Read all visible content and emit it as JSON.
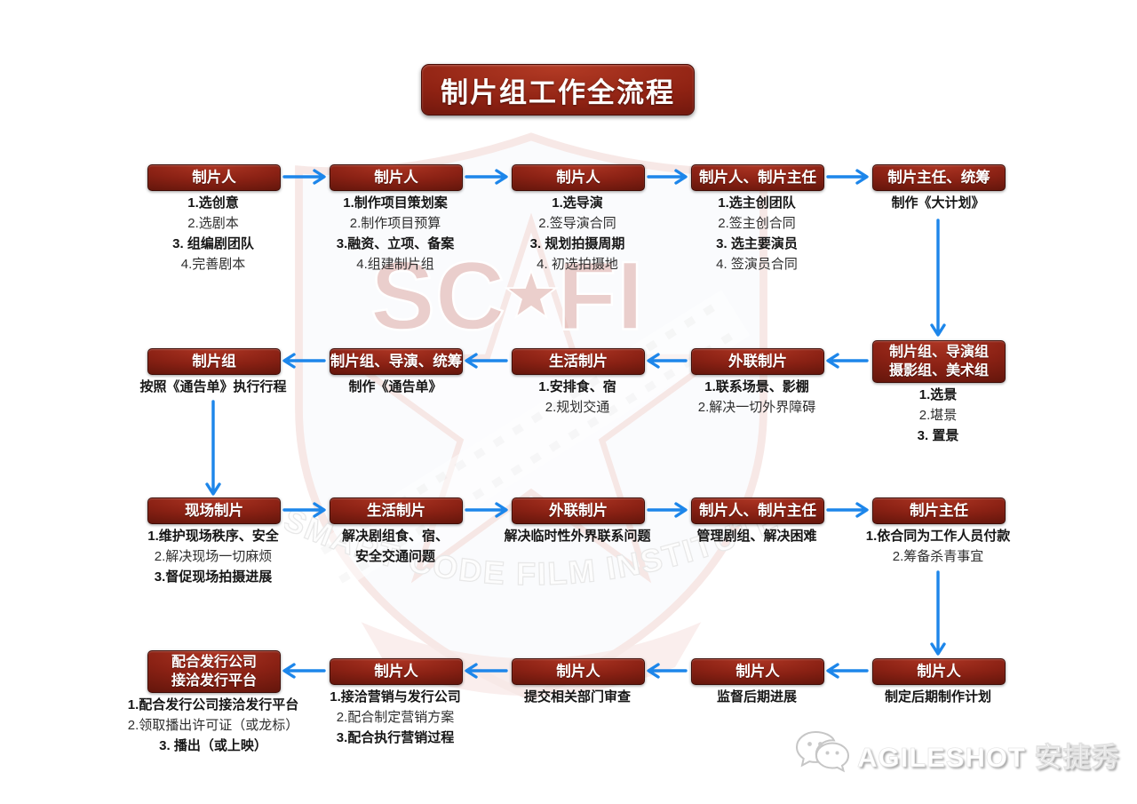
{
  "title": "制片组工作全流程",
  "colors": {
    "node_red": "#8a2114",
    "node_red_light": "#ad3523",
    "node_red_dark": "#410c06",
    "arrow_blue": "#1d86ea",
    "item_text": "#161616",
    "badge_red": "#c2645a",
    "brand_text": "#ffffff"
  },
  "watermark": {
    "wechat_icon": "wechat-bubbles-icon",
    "brand": "AGILESHOT 安捷秀",
    "badge_letters_left": "SC",
    "badge_letters_right": "FI",
    "badge_arc_text": "SMART CODE FILM INSTITUTE"
  },
  "flow": {
    "rows": [
      {
        "name": "row-1",
        "direction": "right",
        "nodes": [
          {
            "header": [
              "制片人"
            ],
            "items": [
              {
                "t": "1.选创意",
                "b": 1
              },
              {
                "t": "2.选剧本",
                "b": 0
              },
              {
                "t": "3. 组编剧团队",
                "b": 1
              },
              {
                "t": "4.完善剧本",
                "b": 0
              }
            ]
          },
          {
            "header": [
              "制片人"
            ],
            "items": [
              {
                "t": "1.制作项目策划案",
                "b": 1
              },
              {
                "t": "2.制作项目预算",
                "b": 0
              },
              {
                "t": "3.融资、立项、备案",
                "b": 1
              },
              {
                "t": "4.组建制片组",
                "b": 0
              }
            ]
          },
          {
            "header": [
              "制片人"
            ],
            "items": [
              {
                "t": "1.选导演",
                "b": 1
              },
              {
                "t": "2.签导演合同",
                "b": 0
              },
              {
                "t": "3. 规划拍摄周期",
                "b": 1
              },
              {
                "t": "4. 初选拍摄地",
                "b": 0
              }
            ]
          },
          {
            "header": [
              "制片人、制片主任"
            ],
            "items": [
              {
                "t": "1.选主创团队",
                "b": 1
              },
              {
                "t": "2.签主创合同",
                "b": 0
              },
              {
                "t": "3. 选主要演员",
                "b": 1
              },
              {
                "t": "4. 签演员合同",
                "b": 0
              }
            ]
          },
          {
            "header": [
              "制片主任、统筹"
            ],
            "items": [
              {
                "t": "制作《大计划》",
                "b": 1
              }
            ]
          }
        ]
      },
      {
        "name": "row-2",
        "direction": "left",
        "nodes": [
          {
            "header": [
              "制片组"
            ],
            "items": [
              {
                "t": "按照《通告单》执行行程",
                "b": 1
              }
            ]
          },
          {
            "header": [
              "制片组、导演、统筹"
            ],
            "items": [
              {
                "t": "制作《通告单》",
                "b": 1
              }
            ]
          },
          {
            "header": [
              "生活制片"
            ],
            "items": [
              {
                "t": "1.安排食、宿",
                "b": 1
              },
              {
                "t": "2.规划交通",
                "b": 0
              }
            ]
          },
          {
            "header": [
              "外联制片"
            ],
            "items": [
              {
                "t": "1.联系场景、影棚",
                "b": 1
              },
              {
                "t": "2.解决一切外界障碍",
                "b": 0
              }
            ]
          },
          {
            "header": [
              "制片组、导演组",
              "摄影组、美术组"
            ],
            "items": [
              {
                "t": "1.选景",
                "b": 1
              },
              {
                "t": "2.堪景",
                "b": 0
              },
              {
                "t": "3. 置景",
                "b": 1
              }
            ]
          }
        ]
      },
      {
        "name": "row-3",
        "direction": "right",
        "nodes": [
          {
            "header": [
              "现场制片"
            ],
            "items": [
              {
                "t": "1.维护现场秩序、安全",
                "b": 1
              },
              {
                "t": "2.解决现场一切麻烦",
                "b": 0
              },
              {
                "t": "3.督促现场拍摄进展",
                "b": 1
              }
            ]
          },
          {
            "header": [
              "生活制片"
            ],
            "items": [
              {
                "t": "解决剧组食、宿、",
                "b": 1
              },
              {
                "t": "安全交通问题",
                "b": 1
              }
            ]
          },
          {
            "header": [
              "外联制片"
            ],
            "items": [
              {
                "t": "解决临时性外界联系问题",
                "b": 1
              }
            ]
          },
          {
            "header": [
              "制片人、制片主任"
            ],
            "items": [
              {
                "t": "管理剧组、解决困难",
                "b": 1
              }
            ]
          },
          {
            "header": [
              "制片主任"
            ],
            "items": [
              {
                "t": "1.依合同为工作人员付款",
                "b": 1
              },
              {
                "t": "2.筹备杀青事宜",
                "b": 0
              }
            ]
          }
        ]
      },
      {
        "name": "row-4",
        "direction": "left",
        "nodes": [
          {
            "header": [
              "配合发行公司",
              "接洽发行平台"
            ],
            "items": [
              {
                "t": "1.配合发行公司接洽发行平台",
                "b": 1
              },
              {
                "t": "2.领取播出许可证（或龙标）",
                "b": 0
              },
              {
                "t": "3. 播出（或上映）",
                "b": 1
              }
            ]
          },
          {
            "header": [
              "制片人"
            ],
            "items": [
              {
                "t": "1.接洽营销与发行公司",
                "b": 1
              },
              {
                "t": "2.配合制定营销方案",
                "b": 0
              },
              {
                "t": "3.配合执行营销过程",
                "b": 1
              }
            ]
          },
          {
            "header": [
              "制片人"
            ],
            "items": [
              {
                "t": "提交相关部门审查",
                "b": 1
              }
            ]
          },
          {
            "header": [
              "制片人"
            ],
            "items": [
              {
                "t": "监督后期进展",
                "b": 1
              }
            ]
          },
          {
            "header": [
              "制片人"
            ],
            "items": [
              {
                "t": "制定后期制作计划",
                "b": 1
              }
            ]
          }
        ]
      }
    ],
    "vertical_connectors": [
      {
        "from": "row-1-node-5",
        "to": "row-2-node-5"
      },
      {
        "from": "row-2-node-1",
        "to": "row-3-node-1"
      },
      {
        "from": "row-3-node-5",
        "to": "row-4-node-5"
      }
    ]
  }
}
